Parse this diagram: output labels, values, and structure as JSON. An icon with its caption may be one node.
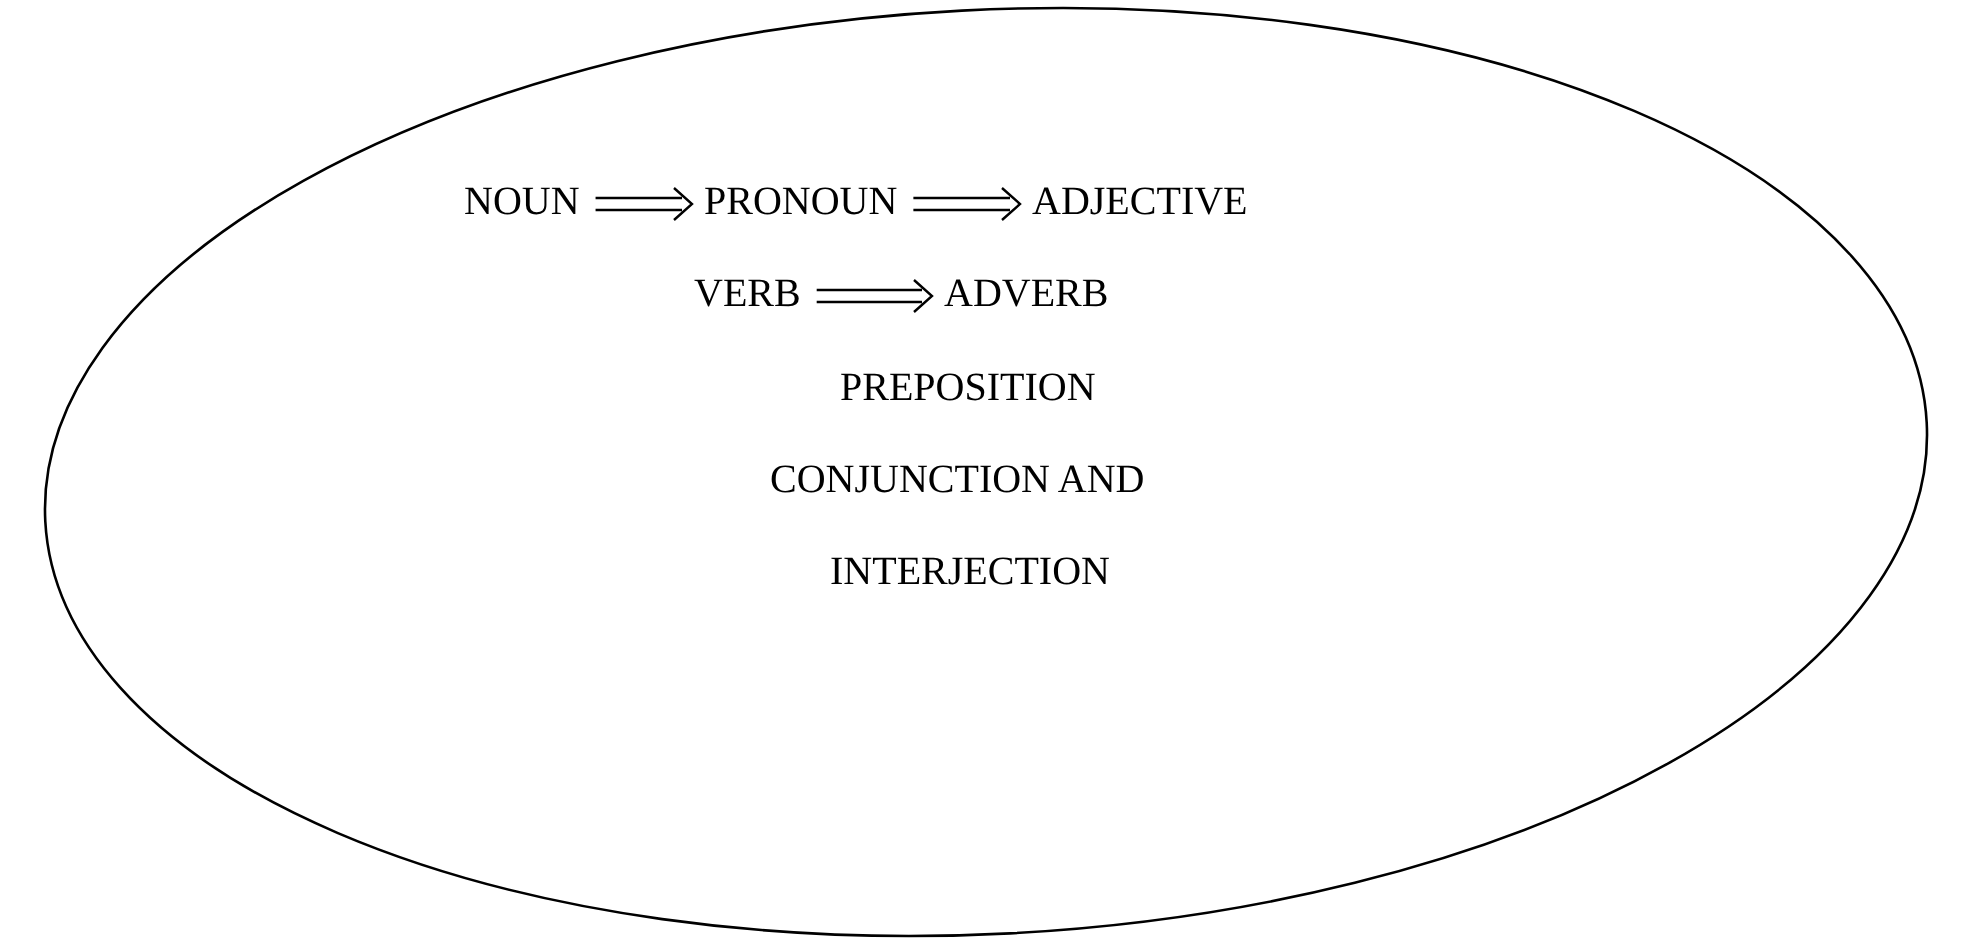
{
  "diagram": {
    "nodes": [
      {
        "text": [],
        "shape": "ellipse"
      },
      {
        "text": [
          "NOUN"
        ],
        "in": 0
      },
      {
        "text": [
          "PRONOUN"
        ],
        "in": 0
      },
      {
        "text": [
          "ADJECTIVE"
        ],
        "in": 0
      },
      {
        "text": [
          "VERB"
        ],
        "in": 0
      },
      {
        "text": [
          "ADVERB"
        ],
        "in": 0
      },
      {
        "text": [
          "PREPOSITION"
        ],
        "in": 0
      },
      {
        "text": [
          "CONJUNCTION AND"
        ],
        "in": 0
      },
      {
        "text": [
          "INTERJECTION"
        ],
        "in": 0
      }
    ],
    "edges": [
      {
        "from": 1,
        "to": 2,
        "arrow": "to"
      },
      {
        "from": 2,
        "to": 3,
        "arrow": "to"
      },
      {
        "from": 4,
        "to": 5,
        "arrow": "to"
      }
    ]
  }
}
